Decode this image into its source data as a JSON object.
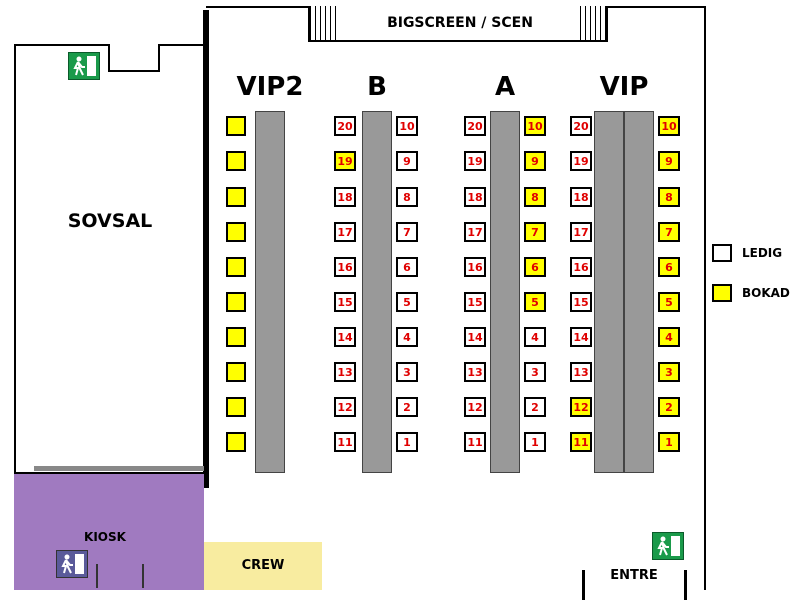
{
  "labels": {
    "screen": "BIGSCREEN / SCEN",
    "dorm": "SOVSAL",
    "kiosk": "KIOSK",
    "crew": "CREW",
    "entrance": "ENTRE"
  },
  "legend": {
    "free": "LEDIG",
    "booked": "BOKAD"
  },
  "colors": {
    "booked": "#ffff00",
    "free": "#ffffff",
    "seat_number": "#e00000",
    "kiosk": "#a07ac0",
    "crew": "#f8eca0",
    "table": "#999999",
    "exit": "#1a9a4a"
  },
  "icons": [
    "emergency-exit-icon"
  ],
  "rows": [
    {
      "name": "VIP2",
      "seats": [
        {
          "num": "",
          "booked": true
        },
        {
          "num": "",
          "booked": true
        },
        {
          "num": "",
          "booked": true
        },
        {
          "num": "",
          "booked": true
        },
        {
          "num": "",
          "booked": true
        },
        {
          "num": "",
          "booked": true
        },
        {
          "num": "",
          "booked": true
        },
        {
          "num": "",
          "booked": true
        },
        {
          "num": "",
          "booked": true
        },
        {
          "num": "",
          "booked": true
        }
      ]
    },
    {
      "name": "B",
      "left": [
        {
          "num": "20",
          "booked": false
        },
        {
          "num": "19",
          "booked": true
        },
        {
          "num": "18",
          "booked": false
        },
        {
          "num": "17",
          "booked": false
        },
        {
          "num": "16",
          "booked": false
        },
        {
          "num": "15",
          "booked": false
        },
        {
          "num": "14",
          "booked": false
        },
        {
          "num": "13",
          "booked": false
        },
        {
          "num": "12",
          "booked": false
        },
        {
          "num": "11",
          "booked": false
        }
      ],
      "right": [
        {
          "num": "10",
          "booked": false
        },
        {
          "num": "9",
          "booked": false
        },
        {
          "num": "8",
          "booked": false
        },
        {
          "num": "7",
          "booked": false
        },
        {
          "num": "6",
          "booked": false
        },
        {
          "num": "5",
          "booked": false
        },
        {
          "num": "4",
          "booked": false
        },
        {
          "num": "3",
          "booked": false
        },
        {
          "num": "2",
          "booked": false
        },
        {
          "num": "1",
          "booked": false
        }
      ]
    },
    {
      "name": "A",
      "left": [
        {
          "num": "20",
          "booked": false
        },
        {
          "num": "19",
          "booked": false
        },
        {
          "num": "18",
          "booked": false
        },
        {
          "num": "17",
          "booked": false
        },
        {
          "num": "16",
          "booked": false
        },
        {
          "num": "15",
          "booked": false
        },
        {
          "num": "14",
          "booked": false
        },
        {
          "num": "13",
          "booked": false
        },
        {
          "num": "12",
          "booked": false
        },
        {
          "num": "11",
          "booked": false
        }
      ],
      "right": [
        {
          "num": "10",
          "booked": true
        },
        {
          "num": "9",
          "booked": true
        },
        {
          "num": "8",
          "booked": true
        },
        {
          "num": "7",
          "booked": true
        },
        {
          "num": "6",
          "booked": true
        },
        {
          "num": "5",
          "booked": true
        },
        {
          "num": "4",
          "booked": false
        },
        {
          "num": "3",
          "booked": false
        },
        {
          "num": "2",
          "booked": false
        },
        {
          "num": "1",
          "booked": false
        }
      ]
    },
    {
      "name": "VIP",
      "left": [
        {
          "num": "20",
          "booked": false
        },
        {
          "num": "19",
          "booked": false
        },
        {
          "num": "18",
          "booked": false
        },
        {
          "num": "17",
          "booked": false
        },
        {
          "num": "16",
          "booked": false
        },
        {
          "num": "15",
          "booked": false
        },
        {
          "num": "14",
          "booked": false
        },
        {
          "num": "13",
          "booked": false
        },
        {
          "num": "12",
          "booked": true
        },
        {
          "num": "11",
          "booked": true
        }
      ],
      "right": [
        {
          "num": "10",
          "booked": true
        },
        {
          "num": "9",
          "booked": true
        },
        {
          "num": "8",
          "booked": true
        },
        {
          "num": "7",
          "booked": true
        },
        {
          "num": "6",
          "booked": true
        },
        {
          "num": "5",
          "booked": true
        },
        {
          "num": "4",
          "booked": true
        },
        {
          "num": "3",
          "booked": true
        },
        {
          "num": "2",
          "booked": true
        },
        {
          "num": "1",
          "booked": true
        }
      ]
    }
  ]
}
